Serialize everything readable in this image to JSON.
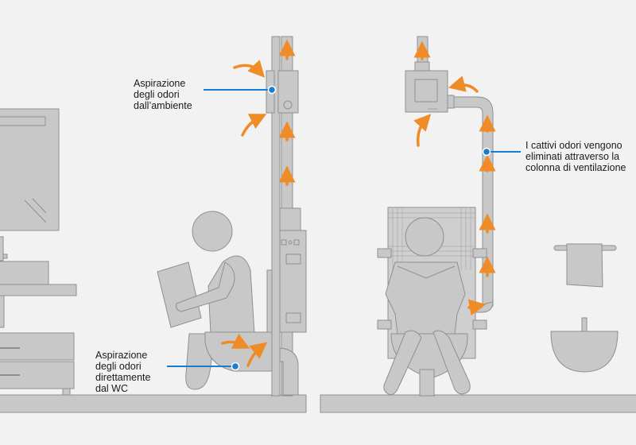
{
  "colors": {
    "background": "#f2f2f2",
    "fixture_fill": "#c8c8c8",
    "fixture_stroke": "#8f8f8f",
    "arrow": "#f08c28",
    "callout": "#1a7ccc",
    "text": "#1a1a1a"
  },
  "callouts": [
    {
      "id": "room-extraction",
      "lines": [
        "Aspirazione",
        "degli odori",
        "dall’ambiente"
      ]
    },
    {
      "id": "wc-extraction",
      "lines": [
        "Aspirazione",
        "degli odori",
        "direttamente",
        "dal WC"
      ]
    },
    {
      "id": "ventilation-column",
      "lines": [
        "I cattivi odori vengono",
        "eliminati attraverso la",
        "colonna di ventilazione"
      ]
    }
  ],
  "icons": {
    "airflow": "airflow-arrow-icon",
    "callout_dot": "callout-dot-icon"
  }
}
